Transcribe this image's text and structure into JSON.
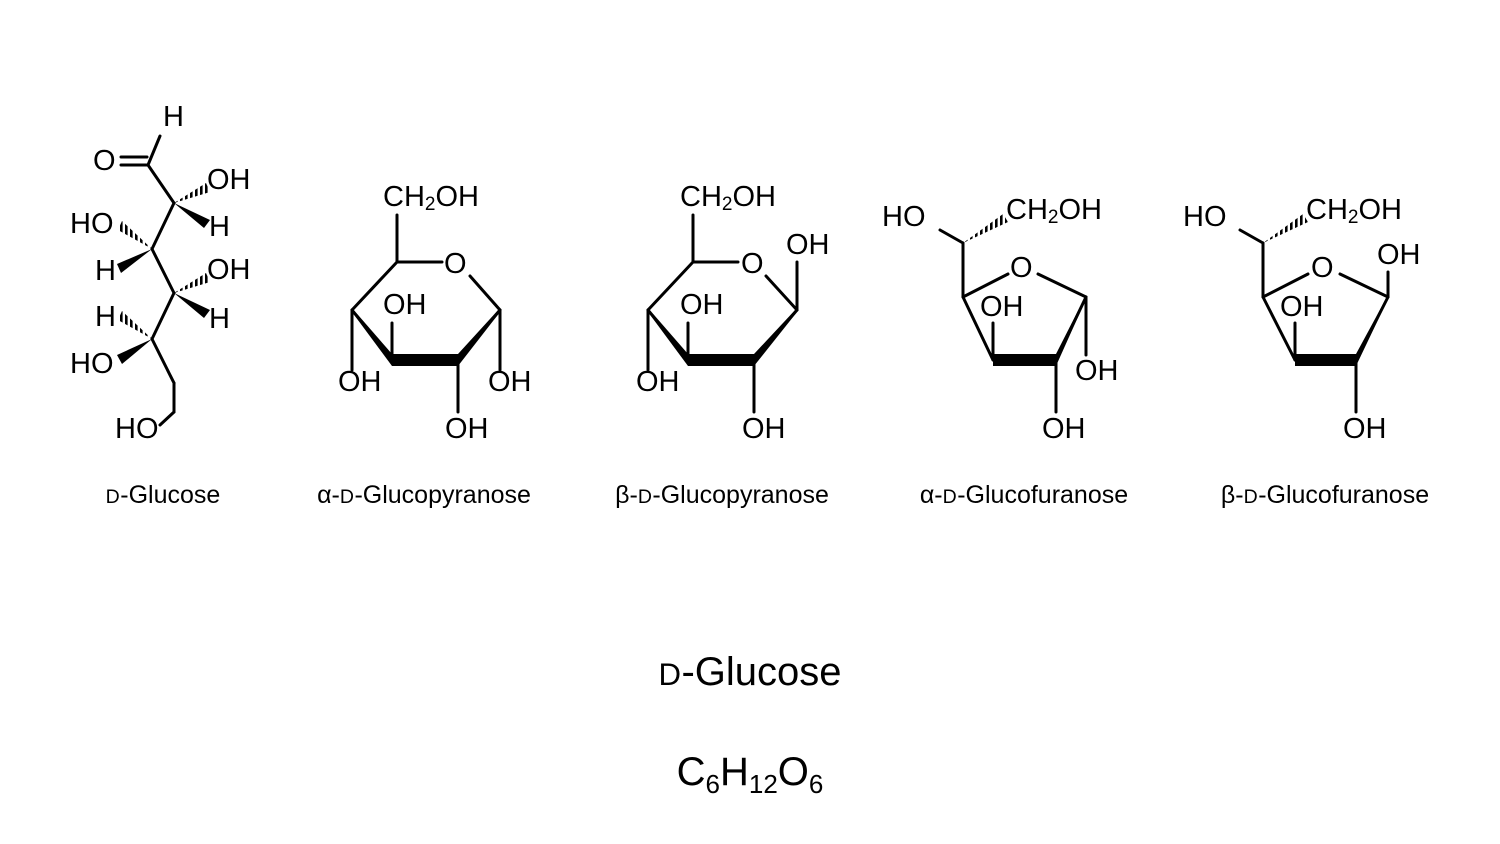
{
  "structures": [
    {
      "id": "d-glucose-open",
      "name": {
        "prefix": "",
        "config": "D",
        "base": "-Glucose"
      },
      "atoms": [
        "H",
        "O",
        "OH",
        "HO",
        "H",
        "H",
        "OH",
        "H",
        "H",
        "HO",
        "HO"
      ]
    },
    {
      "id": "alpha-d-glucopyranose",
      "name": {
        "prefix": "α-",
        "config": "D",
        "base": "-Glucopyranose"
      },
      "ch2oh": {
        "pre": "CH",
        "sub": "2",
        "post": "OH"
      },
      "atoms": [
        "O",
        "OH",
        "OH",
        "OH",
        "OH"
      ]
    },
    {
      "id": "beta-d-glucopyranose",
      "name": {
        "prefix": "β-",
        "config": "D",
        "base": "-Glucopyranose"
      },
      "ch2oh": {
        "pre": "CH",
        "sub": "2",
        "post": "OH"
      },
      "atoms": [
        "O",
        "OH",
        "OH",
        "OH",
        "OH"
      ]
    },
    {
      "id": "alpha-d-glucofuranose",
      "name": {
        "prefix": "α-",
        "config": "D",
        "base": "-Glucofuranose"
      },
      "ch2oh": {
        "pre": "CH",
        "sub": "2",
        "post": "OH"
      },
      "atoms": [
        "HO",
        "O",
        "OH",
        "OH",
        "OH"
      ]
    },
    {
      "id": "beta-d-glucofuranose",
      "name": {
        "prefix": "β-",
        "config": "D",
        "base": "-Glucofuranose"
      },
      "ch2oh": {
        "pre": "CH",
        "sub": "2",
        "post": "OH"
      },
      "atoms": [
        "HO",
        "O",
        "OH",
        "OH",
        "OH"
      ]
    }
  ],
  "summary": {
    "name": {
      "config": "D",
      "base": "-Glucose"
    },
    "formula": {
      "c": "C",
      "c_n": "6",
      "h": "H",
      "h_n": "12",
      "o": "O",
      "o_n": "6"
    }
  }
}
